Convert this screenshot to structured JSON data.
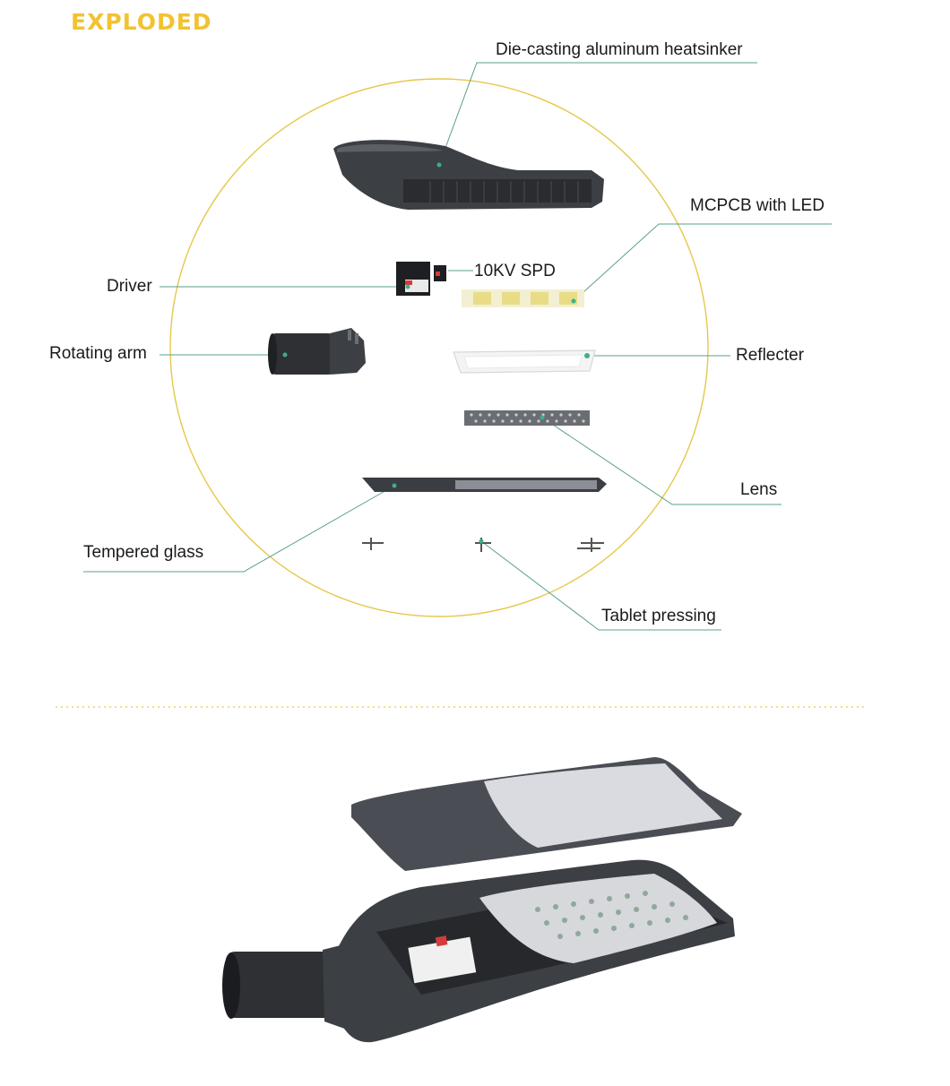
{
  "header": {
    "title": "EXPLODED"
  },
  "labels": {
    "heatsinker": "Die-casting aluminum heatsinker",
    "mcpcb": "MCPCB with LED",
    "spd": "10KV SPD",
    "driver": "Driver",
    "rotating_arm": "Rotating arm",
    "reflecter": "Reflecter",
    "lens": "Lens",
    "tempered_glass": "Tempered glass",
    "tablet_pressing": "Tablet pressing"
  },
  "colors": {
    "accent": "#f2c230",
    "circle": "#e6c84a",
    "leader": "#5aa08c",
    "dot": "#3fae8a",
    "housing": "#3c3f44",
    "divider": "#e8d36a"
  }
}
